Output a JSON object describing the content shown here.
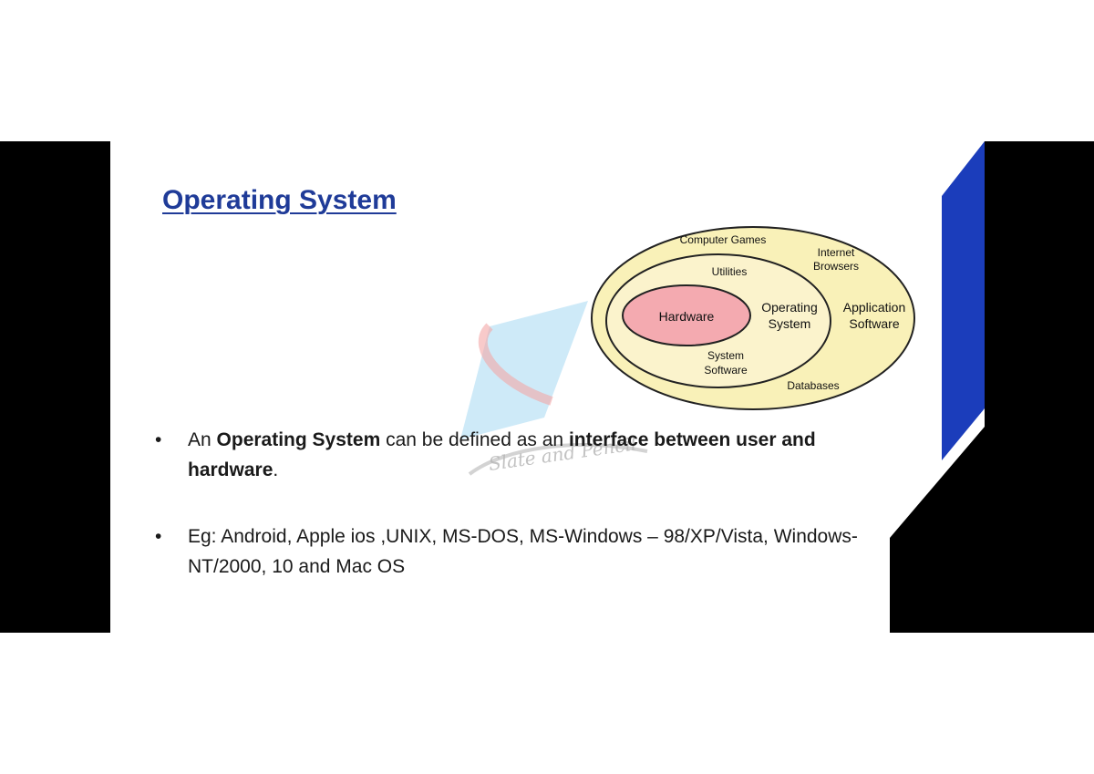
{
  "slide": {
    "title": "Operating System",
    "accent_color": "#1f3b98",
    "bullets": [
      {
        "segments": [
          {
            "text": "An ",
            "bold": false
          },
          {
            "text": "Operating System",
            "bold": true
          },
          {
            "text": " can be defined as an ",
            "bold": false
          },
          {
            "text": "interface between user and hardware",
            "bold": true
          },
          {
            "text": ".",
            "bold": false
          }
        ]
      },
      {
        "segments": [
          {
            "text": "Eg: Android, Apple ios ,UNIX, MS-DOS, MS-Windows – 98/XP/Vista, Windows-NT/2000,  10  and Mac OS",
            "bold": false
          }
        ]
      }
    ],
    "bullet_symbol": "•"
  },
  "diagram": {
    "outer": {
      "fill": "#f9f1b8",
      "items": [
        "Computer Games",
        "Internet",
        "Browsers",
        "Application",
        "Software",
        "Databases"
      ]
    },
    "middle": {
      "fill": "#fbf3cc",
      "items": [
        "Utilities",
        "Operating",
        "System",
        "System",
        "Software"
      ]
    },
    "core": {
      "fill": "#f4aab0",
      "label": "Hardware"
    }
  },
  "watermark": {
    "text": "Slate and Pencil"
  }
}
